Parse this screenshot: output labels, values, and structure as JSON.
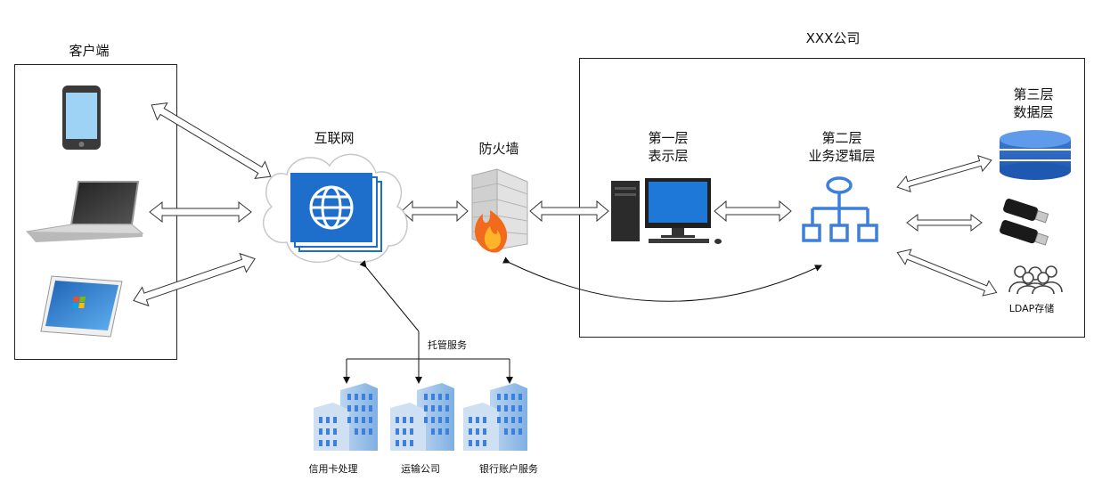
{
  "client": {
    "title": "客户端"
  },
  "company": {
    "title": "XXX公司"
  },
  "internet": {
    "label": "互联网"
  },
  "firewall": {
    "label": "防火墙"
  },
  "tier1": {
    "line1": "第一层",
    "line2": "表示层"
  },
  "tier2": {
    "line1": "第二层",
    "line2": "业务逻辑层"
  },
  "tier3": {
    "line1": "第三层",
    "line2": "数据层"
  },
  "ldap": {
    "label": "LDAP存储"
  },
  "hosting": {
    "label": "托管服务"
  },
  "services": [
    {
      "label": "信用卡处理"
    },
    {
      "label": "运输公司"
    },
    {
      "label": "银行账户服务"
    }
  ],
  "colors": {
    "accent_blue": "#1e6fcc",
    "node_blue": "#3d7fdc",
    "building_blue": "#6fa8de",
    "flame": "#f26b1d"
  }
}
